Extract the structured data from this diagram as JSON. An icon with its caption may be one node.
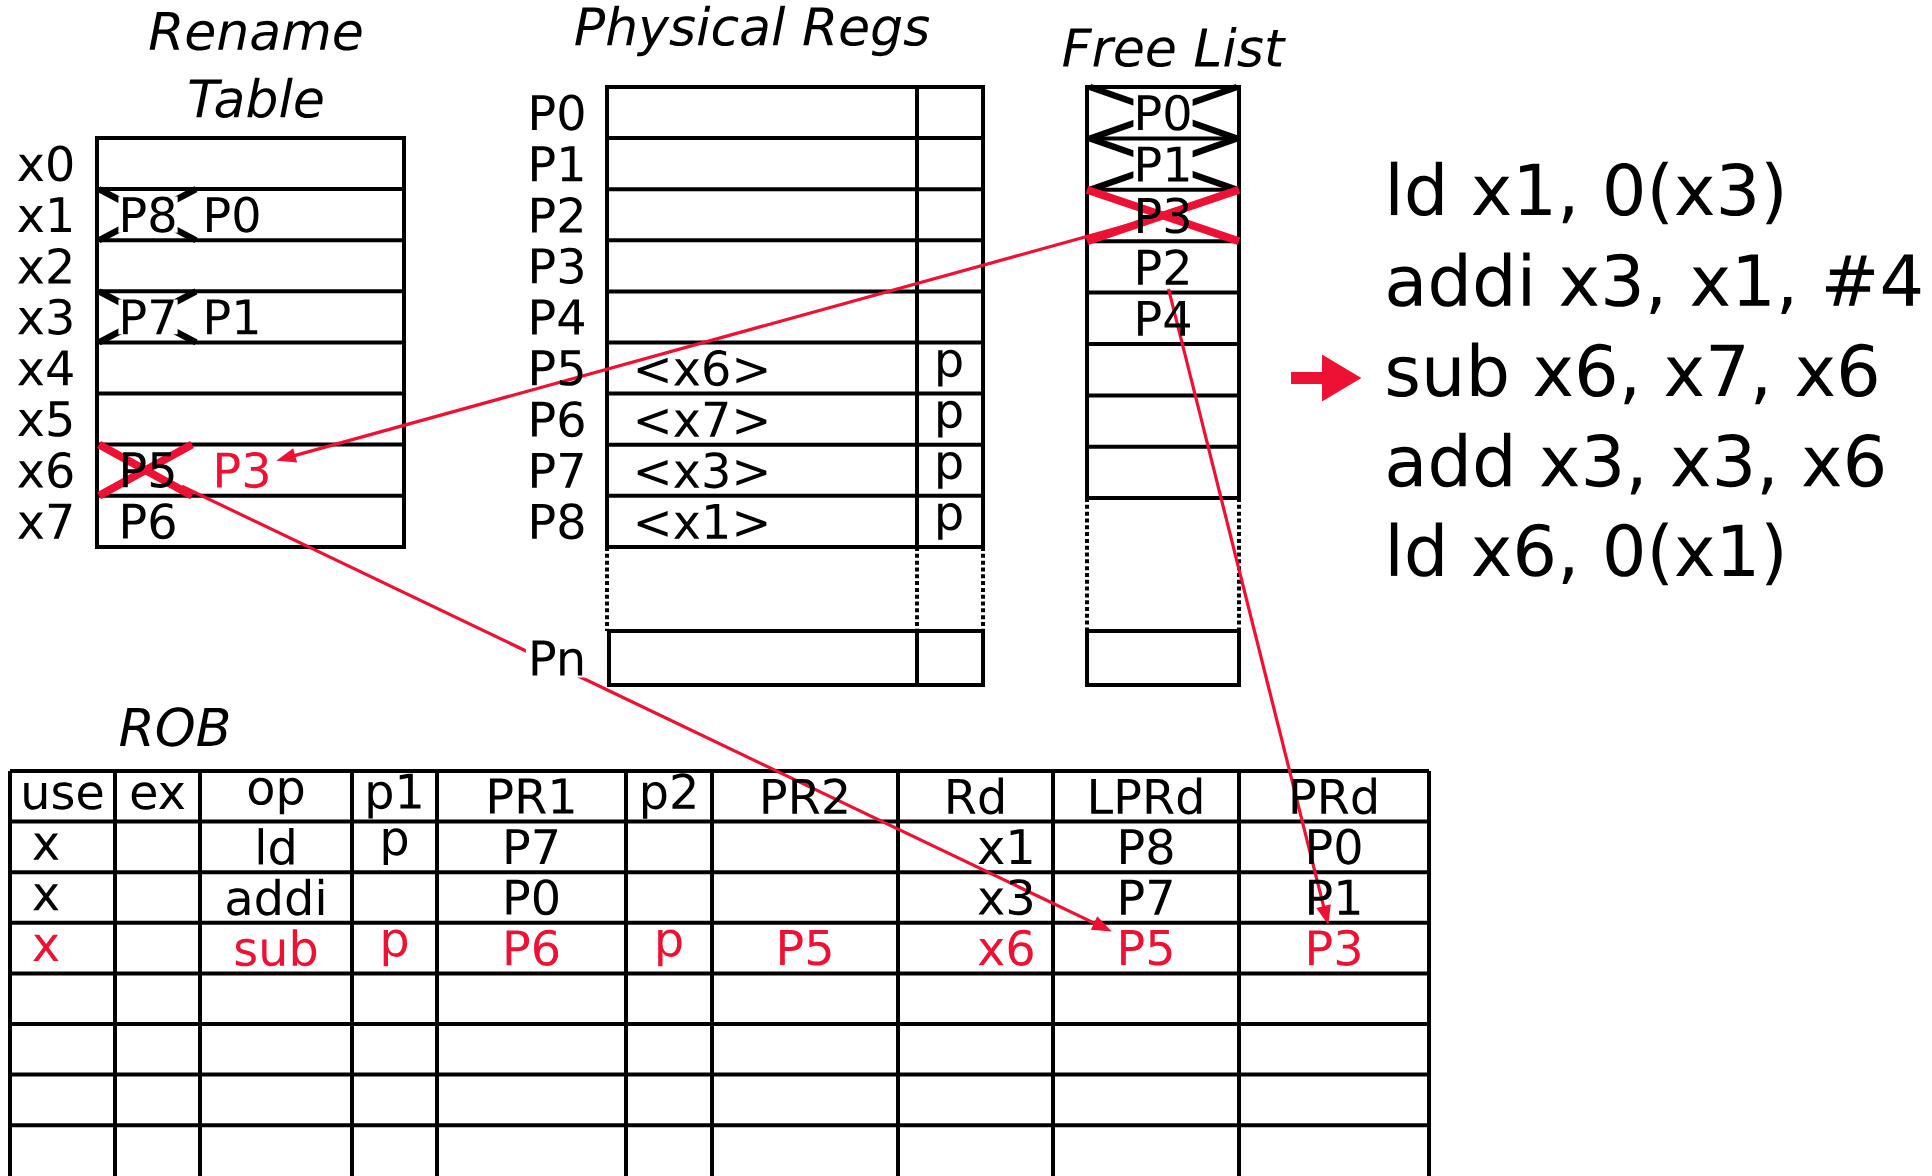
{
  "diagram": {
    "nodes": [
      {
        "text": [
          "P5"
        ]
      },
      {
        "text": [
          "P3"
        ]
      },
      {
        "text": [
          "P3"
        ]
      },
      {
        "text": [
          "P2"
        ]
      },
      {
        "text": [
          "P5"
        ]
      },
      {
        "text": [
          "P3"
        ]
      }
    ],
    "edges": [
      {
        "from": 2,
        "to": 1,
        "arrow": "to"
      },
      {
        "from": 0,
        "to": 4,
        "arrow": "to"
      },
      {
        "from": 3,
        "to": 5,
        "arrow": "to"
      }
    ],
    "labels": [
      "Rename Table",
      "Physical Regs",
      "Free List",
      "x0",
      "x1",
      "x2",
      "x3",
      "x4",
      "x5",
      "x6",
      "x7",
      "P8",
      "P0",
      "P7",
      "P1",
      "P6",
      "P0",
      "P1",
      "P2",
      "P3",
      "P4",
      "P5",
      "P6",
      "P7",
      "P8",
      "Pn",
      "<x6>",
      "<x7>",
      "<x3>",
      "<x1>",
      "p",
      "p",
      "p",
      "p",
      "P0",
      "P1",
      "P4",
      "ld x1, 0(x3)",
      "addi x3, x1, #4",
      "sub x6, x7, x6",
      "add x3, x3, x6",
      "ld x6, 0(x1)",
      "ROB",
      "use",
      "ex",
      "op",
      "p1",
      "PR1",
      "p2",
      "PR2",
      "Rd",
      "LPRd",
      "PRd",
      "x",
      "ld",
      "p",
      "P7",
      "x1",
      "P8",
      "P0",
      "x",
      "addi",
      "P0",
      "x3",
      "P7",
      "P1",
      "x",
      "sub",
      "p",
      "P6",
      "p",
      "P5",
      "x6"
    ]
  }
}
